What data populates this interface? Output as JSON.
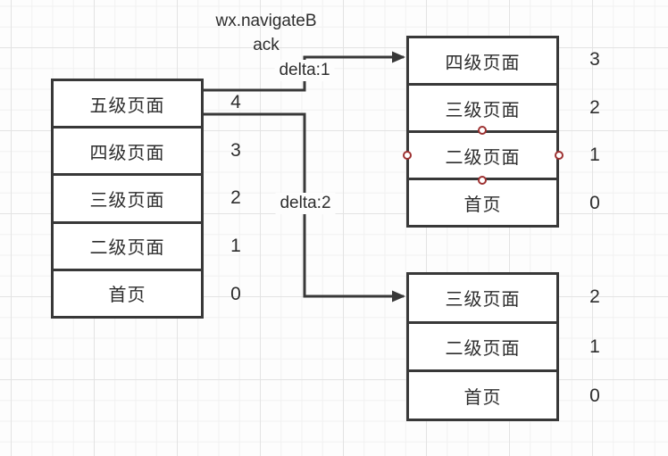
{
  "title": {
    "line1": "wx.navigateB",
    "line2": "ack"
  },
  "connectors": [
    {
      "label": "delta:1"
    },
    {
      "label": "delta:2"
    }
  ],
  "stacks": {
    "left": {
      "rows": [
        {
          "label": "五级页面",
          "index": "4"
        },
        {
          "label": "四级页面",
          "index": "3"
        },
        {
          "label": "三级页面",
          "index": "2"
        },
        {
          "label": "二级页面",
          "index": "1"
        },
        {
          "label": "首页",
          "index": "0"
        }
      ]
    },
    "top_right": {
      "rows": [
        {
          "label": "四级页面",
          "index": "3"
        },
        {
          "label": "三级页面",
          "index": "2"
        },
        {
          "label": "二级页面",
          "index": "1"
        },
        {
          "label": "首页",
          "index": "0"
        }
      ]
    },
    "bottom_right": {
      "rows": [
        {
          "label": "三级页面",
          "index": "2"
        },
        {
          "label": "二级页面",
          "index": "1"
        },
        {
          "label": "首页",
          "index": "0"
        }
      ]
    }
  },
  "colors": {
    "canvasBg": "#fdfdfd",
    "gridMinor": "#f1f1f1",
    "gridMajor": "#e3e3e3",
    "stroke": "#383838",
    "fill": "#ffffff",
    "text": "#2d2d2d",
    "handleStroke": "#9e3232",
    "handleFill": "#ffffff"
  }
}
